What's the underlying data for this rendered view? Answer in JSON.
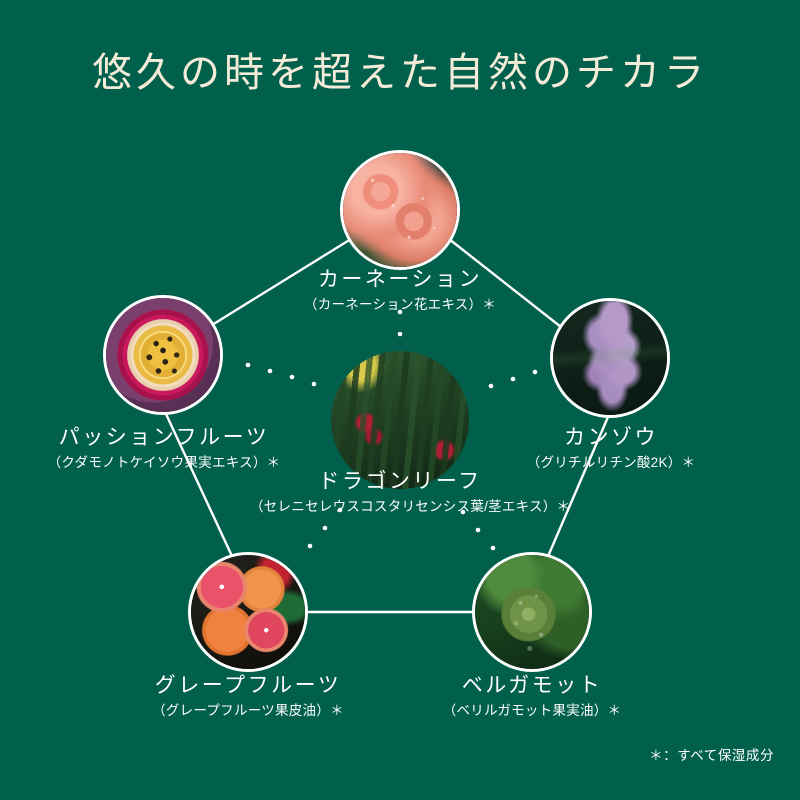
{
  "page": {
    "background_color": "#00604b",
    "accent_color": "#ffffff",
    "title_color": "#f4ecd8"
  },
  "title": "悠久の時を超えた自然のチカラ",
  "footnote": "＊：すべて保湿成分",
  "ingredients": [
    {
      "id": "carnation",
      "name": "カーネーション",
      "sub": "（カーネーション花エキス）＊",
      "image_alt": "carnation-flower-photo"
    },
    {
      "id": "passionfruit",
      "name": "パッションフルーツ",
      "sub": "（クダモノトケイソウ果実エキス）＊",
      "image_alt": "passion-fruit-photo"
    },
    {
      "id": "licorice",
      "name": "カンゾウ",
      "sub": "（グリチルリチン酸2K）＊",
      "image_alt": "licorice-flower-photo"
    },
    {
      "id": "dragonleaf",
      "name": "ドラゴンリーフ",
      "sub": "（セレニセレウスコスタリセンシス葉/茎エキス）＊",
      "image_alt": "dragon-leaf-photo"
    },
    {
      "id": "grapefruit",
      "name": "グレープフルーツ",
      "sub": "（グレープフルーツ果皮油）＊",
      "image_alt": "grapefruit-photo"
    },
    {
      "id": "bergamot",
      "name": "ベルガモット",
      "sub": "（ベリルガモット果実油）＊",
      "image_alt": "bergamot-fruit-photo"
    }
  ],
  "connections": {
    "solid_outer_pentagon": [
      "carnation-passionfruit",
      "passionfruit-grapefruit",
      "grapefruit-bergamot",
      "bergamot-licorice",
      "licorice-carnation"
    ],
    "dotted_to_center": [
      "carnation-dragonleaf",
      "passionfruit-dragonleaf",
      "licorice-dragonleaf",
      "grapefruit-dragonleaf",
      "bergamot-dragonleaf"
    ]
  }
}
